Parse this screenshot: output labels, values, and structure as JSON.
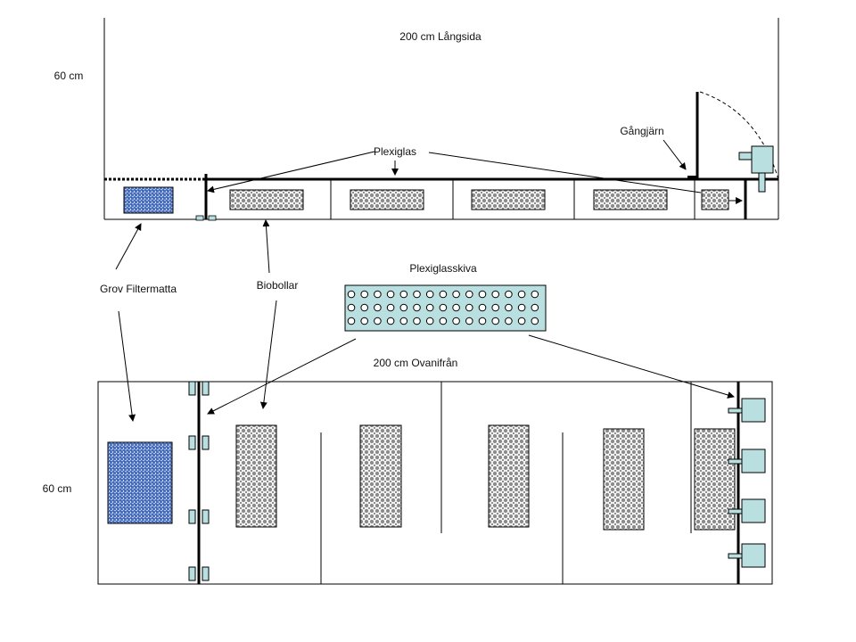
{
  "side_view": {
    "title": "200 cm Långsida",
    "height_label": "60 cm",
    "labels": {
      "plexiglas": "Plexiglas",
      "hinge": "Gångjärn"
    },
    "bio_compartments": 5
  },
  "top_view": {
    "title": "200 cm Ovanifrån",
    "height_label": "60 cm",
    "pumps": 4,
    "clip_pairs": 4
  },
  "callouts": {
    "filter_mat": "Grov Filtermatta",
    "bioballs": "Biobollar",
    "plexi_sheet": "Plexiglasskiva"
  },
  "perforated_sheet": {
    "rows": 3,
    "cols": 15
  },
  "colors": {
    "line": "#000000",
    "pump_fill": "#b9dfe0",
    "filter_fill": "#5a7fc8",
    "bio_fill": "#8c8c8c"
  }
}
